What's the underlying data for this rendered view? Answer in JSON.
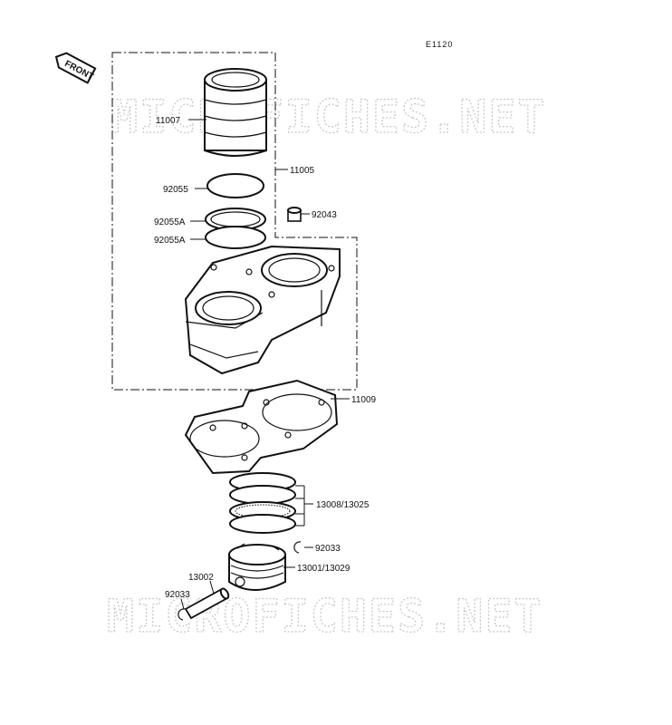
{
  "diagram_code": "E1120",
  "front_arrow_label": "FRONT",
  "watermark": "MICROFICHES.NET",
  "colors": {
    "line": "#111111",
    "watermark": "#c8c8c8",
    "background": "#ffffff"
  },
  "parts": [
    {
      "number": "11007"
    },
    {
      "number": "11005"
    },
    {
      "number": "92055"
    },
    {
      "number": "92043"
    },
    {
      "number": "92055A"
    },
    {
      "number": "92055A"
    },
    {
      "number": "11009"
    },
    {
      "number": "13008/13025"
    },
    {
      "number": "92033"
    },
    {
      "number": "13001/13029"
    },
    {
      "number": "13002"
    },
    {
      "number": "92033"
    }
  ]
}
